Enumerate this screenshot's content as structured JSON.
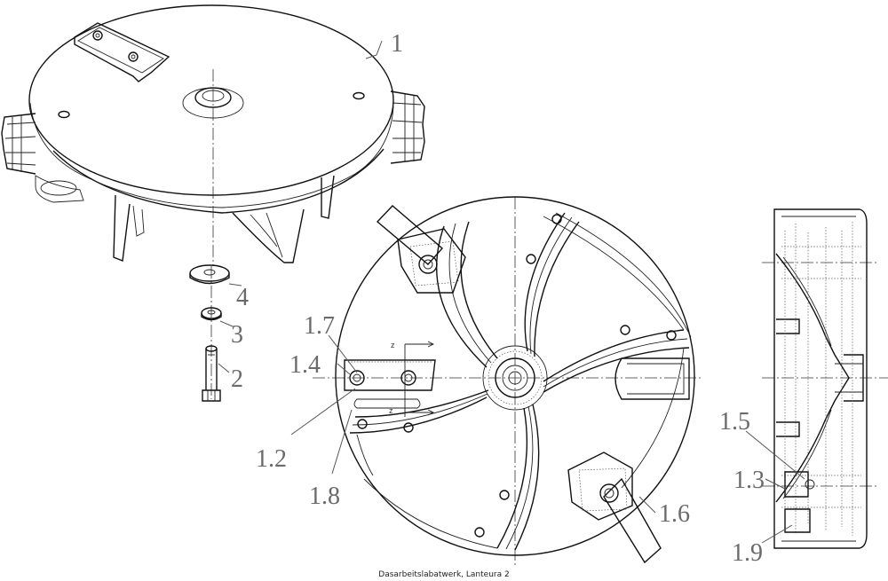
{
  "callouts": {
    "c1": "1",
    "c4": "4",
    "c3": "3",
    "c2": "2",
    "c1_7": "1.7",
    "c1_4": "1.4",
    "c1_2": "1.2",
    "c1_8": "1.8",
    "c1_6": "1.6",
    "c1_5": "1.5",
    "c1_3": "1.3",
    "c1_9": "1.9"
  },
  "axis_labels": {
    "z_top": "z",
    "z_bottom": "z"
  },
  "caption": "Dasarbeitslabatwerk, Lanteura 2"
}
